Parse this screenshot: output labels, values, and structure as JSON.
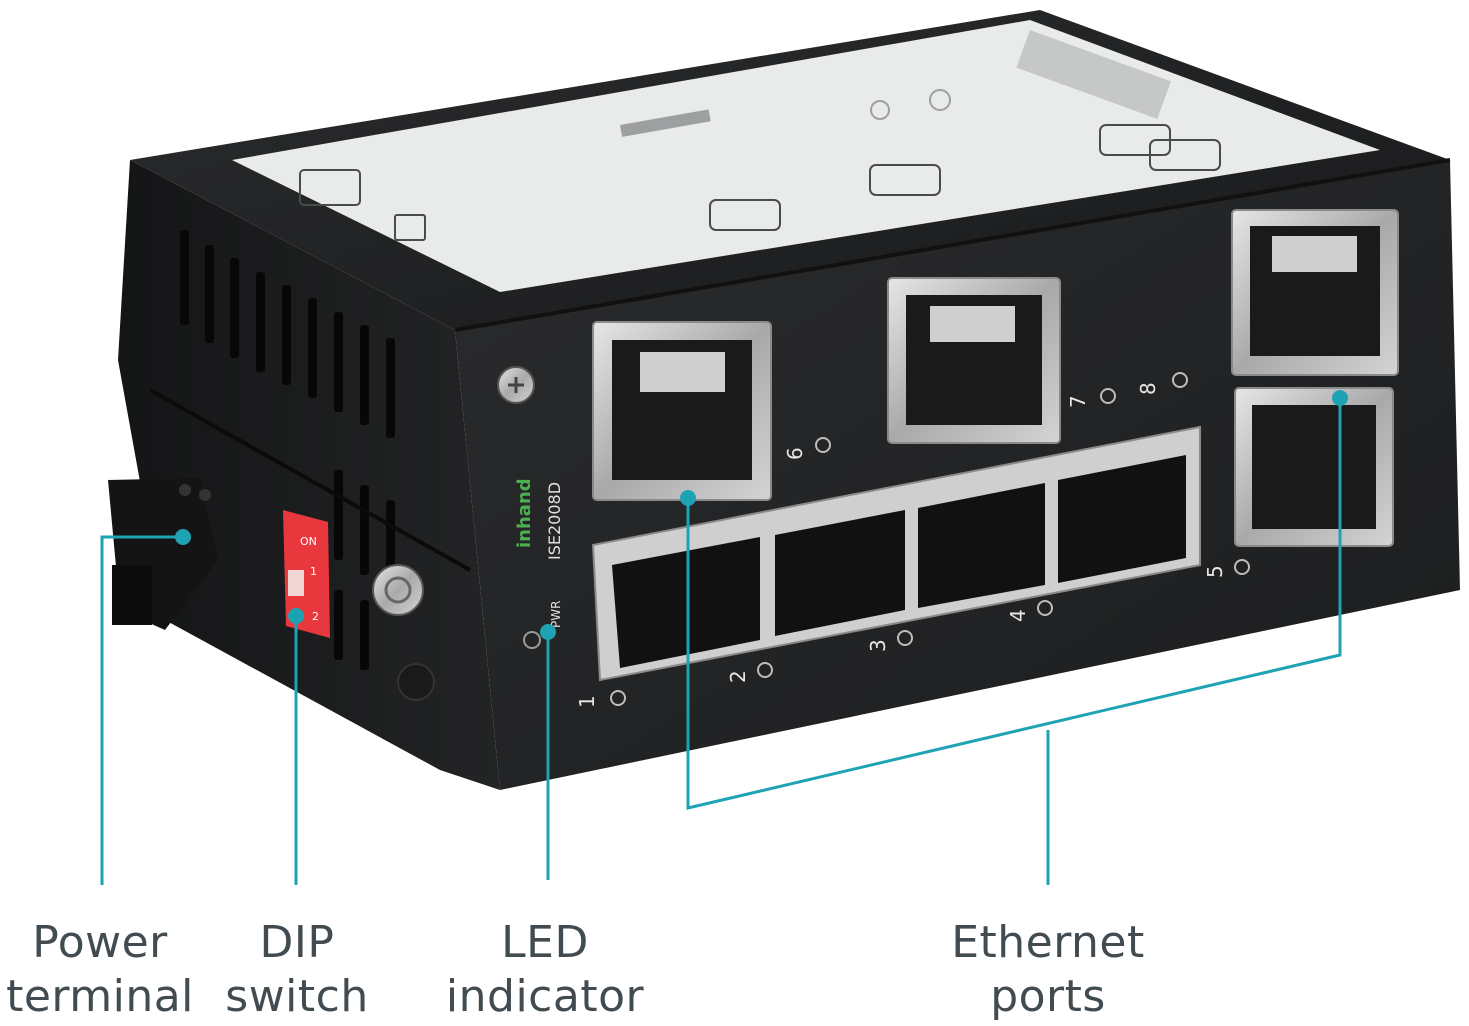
{
  "callouts": {
    "power_terminal": {
      "line1": "Power",
      "line2": "terminal"
    },
    "dip_switch": {
      "line1": "DIP",
      "line2": "switch"
    },
    "led_indicator": {
      "line1": "LED",
      "line2": "indicator"
    },
    "ethernet_ports": {
      "line1": "Ethernet",
      "line2": "ports"
    }
  },
  "device": {
    "model": "ISE2008D",
    "brand": "inhand",
    "pwr_label": "PWR",
    "dip_on_label": "ON",
    "dip_pos_1": "1",
    "dip_pos_2": "2",
    "port_labels": [
      "1",
      "2",
      "3",
      "4",
      "5",
      "6",
      "7",
      "8"
    ]
  },
  "colors": {
    "callout_line": "#1ea3b4",
    "caption_text": "#414b50",
    "device_body": "#1f2021",
    "dip_switch": "#e8373d",
    "port_frame": "#c9c9c9"
  },
  "icons": [
    "screw-icon",
    "ground-screw-icon",
    "inhand-logo-icon"
  ]
}
